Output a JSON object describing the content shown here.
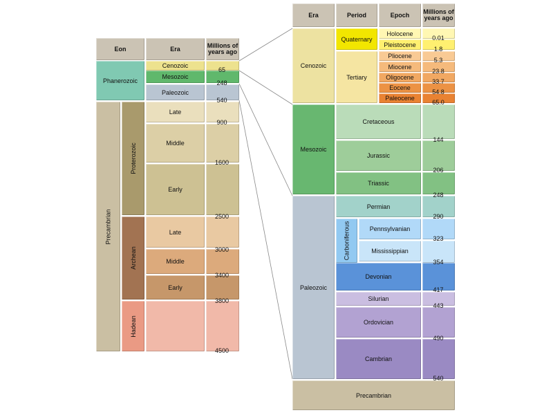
{
  "left": {
    "headers": [
      "Eon",
      "Era",
      "Millions of years ago"
    ],
    "eons": {
      "phanerozoic": "Phanerozoic",
      "precambrian": "Precambrian",
      "proterozoic": "Proterozoic",
      "archean": "Archean",
      "hadean": "Hadean"
    },
    "eras": [
      "Cenozoic",
      "Mesozoic",
      "Paleozoic",
      "Late",
      "Middle",
      "Early",
      "Late",
      "Middle",
      "Early"
    ],
    "mya": [
      "65",
      "248",
      "540",
      "900",
      "1600",
      "2500",
      "3000",
      "3400",
      "3800",
      "4500"
    ]
  },
  "right": {
    "headers": [
      "Era",
      "Period",
      "Epoch",
      "Millions of years ago"
    ],
    "eras": [
      "Cenozoic",
      "Mesozoic",
      "Paleozoic",
      "Precambrian"
    ],
    "periods": [
      "Quaternary",
      "Tertiary",
      "Cretaceous",
      "Jurassic",
      "Triassic",
      "Permian",
      "Carboniferous",
      "Pennsylvanian",
      "Mississippian",
      "Devonian",
      "Silurian",
      "Ordovician",
      "Cambrian"
    ],
    "epochs": [
      "Holocene",
      "Pleistocene",
      "Pliocene",
      "Miocene",
      "Oligocene",
      "Eocene",
      "Paleocene"
    ],
    "mya": [
      "0.01",
      "1.8",
      "5.3",
      "23.8",
      "33.7",
      "54.8",
      "65.0",
      "144",
      "206",
      "248",
      "290",
      "323",
      "354",
      "417",
      "443",
      "490",
      "540"
    ]
  }
}
